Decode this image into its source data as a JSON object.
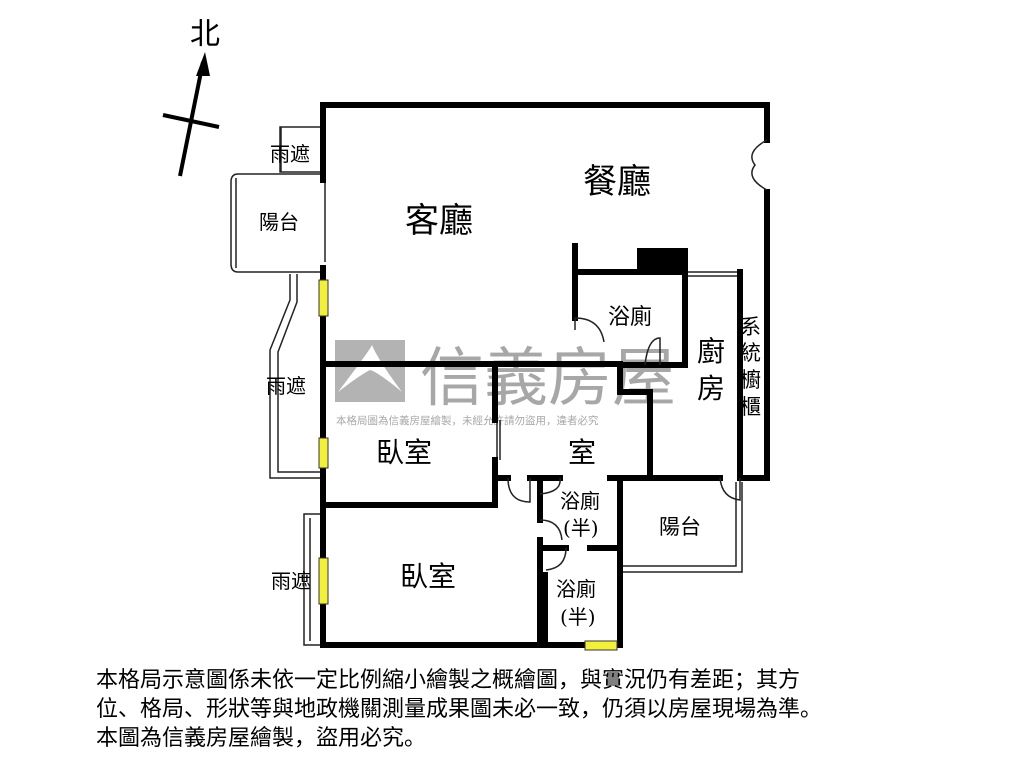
{
  "compass": {
    "label": "北"
  },
  "rooms": {
    "living": "客廳",
    "dining": "餐廳",
    "balcony_left": "陽台",
    "rain_cover_1": "雨遮",
    "rain_cover_2": "雨遮",
    "rain_cover_3": "雨遮",
    "bathroom": "浴廁",
    "kitchen_1": "廚",
    "kitchen_2": "房",
    "cabinet": [
      "系",
      "統",
      "櫥",
      "櫃"
    ],
    "bedroom_1": "臥室",
    "room": "室",
    "half_bath_1_a": "浴廁",
    "half_bath_1_b": "(半)",
    "half_bath_2_a": "浴廁",
    "half_bath_2_b": "(半)",
    "balcony_right": "陽台",
    "bedroom_2": "臥室"
  },
  "watermark": {
    "brand": "信義房屋",
    "notice": "本格局圖為信義房屋繪製，未經允許請勿盜用，違者必究"
  },
  "disclaimer": {
    "line1": "本格局示意圖係未依一定比例縮小繪製之概繪圖，與實況仍有差距；其方",
    "line2": "位、格局、形狀等與地政機關測量成果圖未必一致，仍須以房屋現場為準。",
    "line3": "本圖為信義房屋繪製，盜用必究。"
  },
  "colors": {
    "wall": "#000000",
    "window": "#f2f03a",
    "watermark": "#8a8a8a"
  }
}
